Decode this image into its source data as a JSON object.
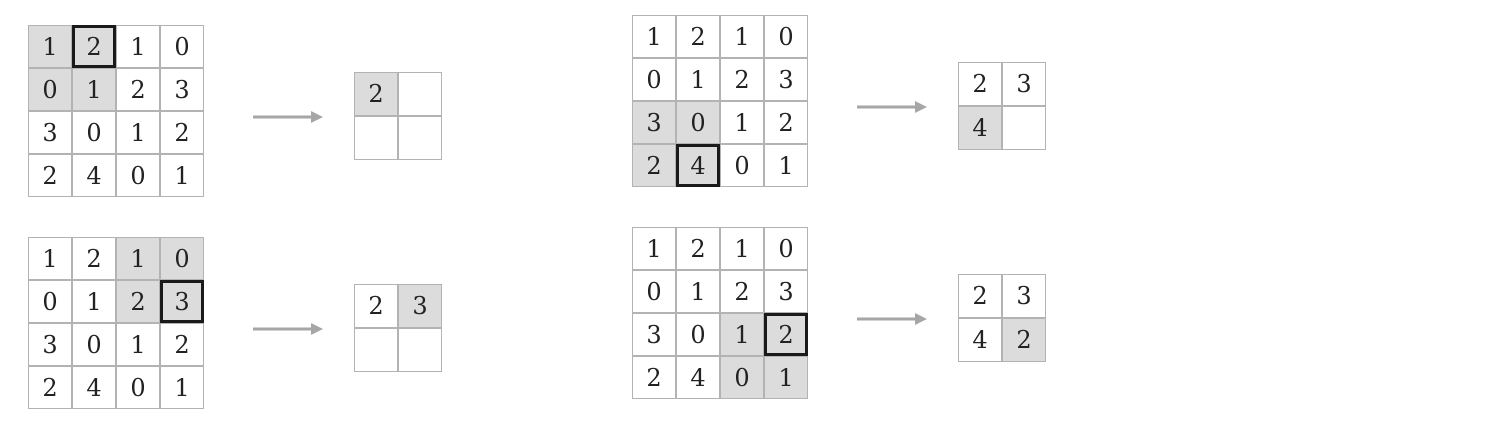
{
  "colors": {
    "grid_line": "#b3b3b3",
    "shade": "#dcdcdc",
    "highlight_border": "#1a1a1a",
    "arrow": "#a6a6a6",
    "text": "#222222"
  },
  "panels": [
    {
      "input": [
        [
          "1",
          "2",
          "1",
          "0"
        ],
        [
          "0",
          "1",
          "2",
          "3"
        ],
        [
          "3",
          "0",
          "1",
          "2"
        ],
        [
          "2",
          "4",
          "0",
          "1"
        ]
      ],
      "window": {
        "row": 0,
        "col": 0
      },
      "max_cell": {
        "row": 0,
        "col": 1
      },
      "output": [
        [
          "2",
          ""
        ],
        [
          "",
          ""
        ]
      ],
      "output_shaded": {
        "row": 0,
        "col": 0
      }
    },
    {
      "input": [
        [
          "1",
          "2",
          "1",
          "0"
        ],
        [
          "0",
          "1",
          "2",
          "3"
        ],
        [
          "3",
          "0",
          "1",
          "2"
        ],
        [
          "2",
          "4",
          "0",
          "1"
        ]
      ],
      "window": {
        "row": 0,
        "col": 2
      },
      "max_cell": {
        "row": 1,
        "col": 3
      },
      "output": [
        [
          "2",
          "3"
        ],
        [
          "",
          ""
        ]
      ],
      "output_shaded": {
        "row": 0,
        "col": 1
      }
    },
    {
      "input": [
        [
          "1",
          "2",
          "1",
          "0"
        ],
        [
          "0",
          "1",
          "2",
          "3"
        ],
        [
          "3",
          "0",
          "1",
          "2"
        ],
        [
          "2",
          "4",
          "0",
          "1"
        ]
      ],
      "window": {
        "row": 2,
        "col": 0
      },
      "max_cell": {
        "row": 3,
        "col": 1
      },
      "output": [
        [
          "2",
          "3"
        ],
        [
          "4",
          ""
        ]
      ],
      "output_shaded": {
        "row": 1,
        "col": 0
      }
    },
    {
      "input": [
        [
          "1",
          "2",
          "1",
          "0"
        ],
        [
          "0",
          "1",
          "2",
          "3"
        ],
        [
          "3",
          "0",
          "1",
          "2"
        ],
        [
          "2",
          "4",
          "0",
          "1"
        ]
      ],
      "window": {
        "row": 2,
        "col": 2
      },
      "max_cell": {
        "row": 2,
        "col": 3
      },
      "output": [
        [
          "2",
          "3"
        ],
        [
          "4",
          "2"
        ]
      ],
      "output_shaded": {
        "row": 1,
        "col": 1
      }
    }
  ]
}
